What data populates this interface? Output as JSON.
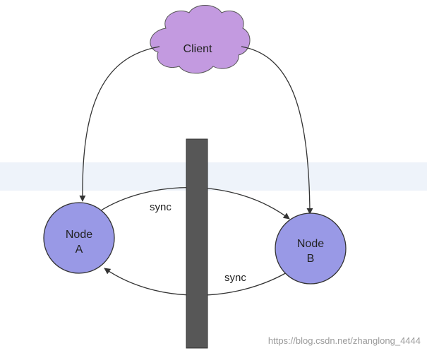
{
  "client": {
    "label": "Client"
  },
  "node_a": {
    "line1": "Node",
    "line2": "A"
  },
  "node_b": {
    "line1": "Node",
    "line2": "B"
  },
  "sync_top": "sync",
  "sync_bottom": "sync",
  "watermark": "https://blog.csdn.net/zhanglong_4444",
  "colors": {
    "cloud_fill": "#c39ae0",
    "node_fill": "#9999e6",
    "partition": "#575757",
    "stroke": "#333333"
  }
}
